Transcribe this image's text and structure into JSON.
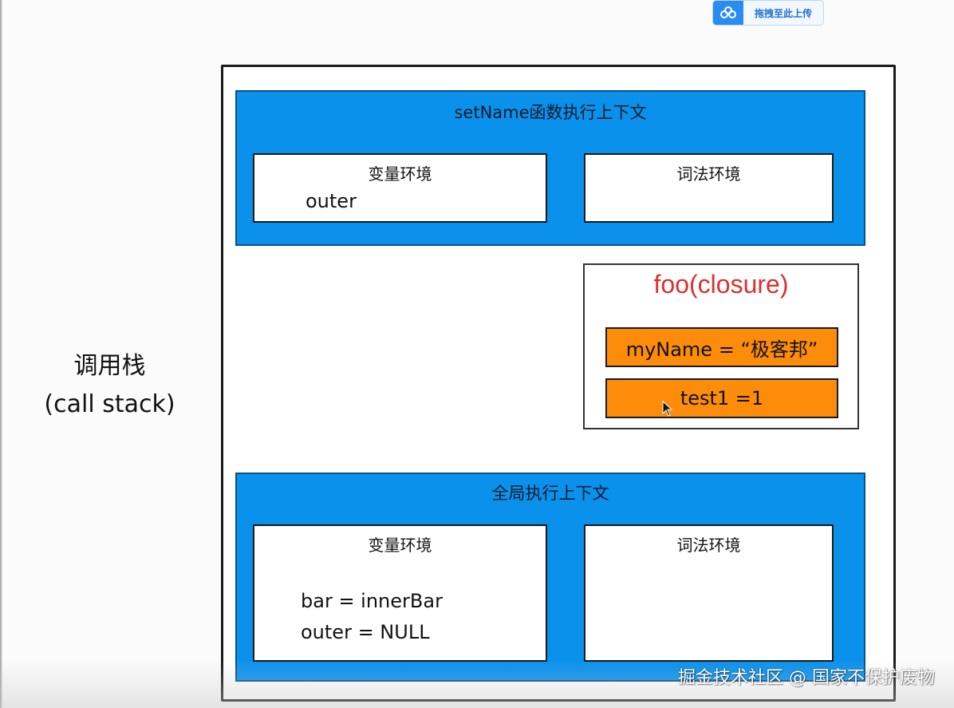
{
  "upload_button": {
    "label": "拖拽至此上传",
    "icon": "cloud-icon"
  },
  "stack_label": {
    "line1": "调用栈",
    "line2": "(call stack)"
  },
  "set_name_context": {
    "title": "setName函数执行上下文",
    "variable_env": {
      "title": "变量环境",
      "lines": [
        "outer"
      ]
    },
    "lexical_env": {
      "title": "词法环境"
    }
  },
  "closure": {
    "title": "foo(closure)",
    "items": [
      "myName = “极客邦”",
      "test1 =1"
    ]
  },
  "global_context": {
    "title": "全局执行上下文",
    "variable_env": {
      "title": "变量环境",
      "lines": [
        "bar =  innerBar",
        "outer = NULL"
      ]
    },
    "lexical_env": {
      "title": "词法环境"
    }
  },
  "watermark": "掘金技术社区 @ 国家不保护废物",
  "colors": {
    "context_blue": "#0a91ec",
    "closure_orange": "#fd8c0a",
    "closure_title_red": "#d9312f"
  }
}
